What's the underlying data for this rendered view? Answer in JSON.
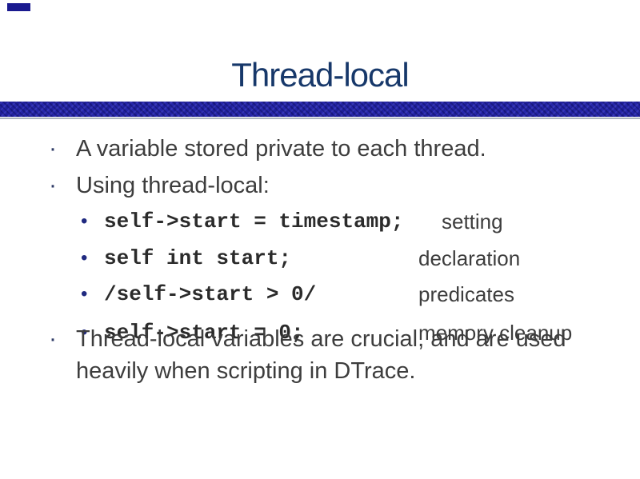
{
  "slide": {
    "title": "Thread-local",
    "markers": {
      "level1": "·",
      "level2": "•"
    },
    "bullets": {
      "b1": "A variable stored private to each thread.",
      "b2": "Using thread-local:",
      "b3": "Thread-local variables are crucial, and are used heavily when scripting in DTrace."
    },
    "code_items": [
      {
        "code": "self->start = timestamp;",
        "label": "setting"
      },
      {
        "code": "self int start;",
        "label": "declaration"
      },
      {
        "code": "/self->start > 0/",
        "label": "predicates"
      },
      {
        "code": "self->start = 0;",
        "label": "memory cleanup"
      }
    ],
    "colors": {
      "title": "#17386a",
      "accent_bar": "#2626a8",
      "accent_bar_underline": "#adb5bd",
      "body_text": "#3d3d3d",
      "code_text": "#2b2b2b",
      "bullet_dot": "#2e3a66",
      "sub_bullet_dot": "#202a80",
      "corner_mark": "#1a1a8f"
    }
  }
}
